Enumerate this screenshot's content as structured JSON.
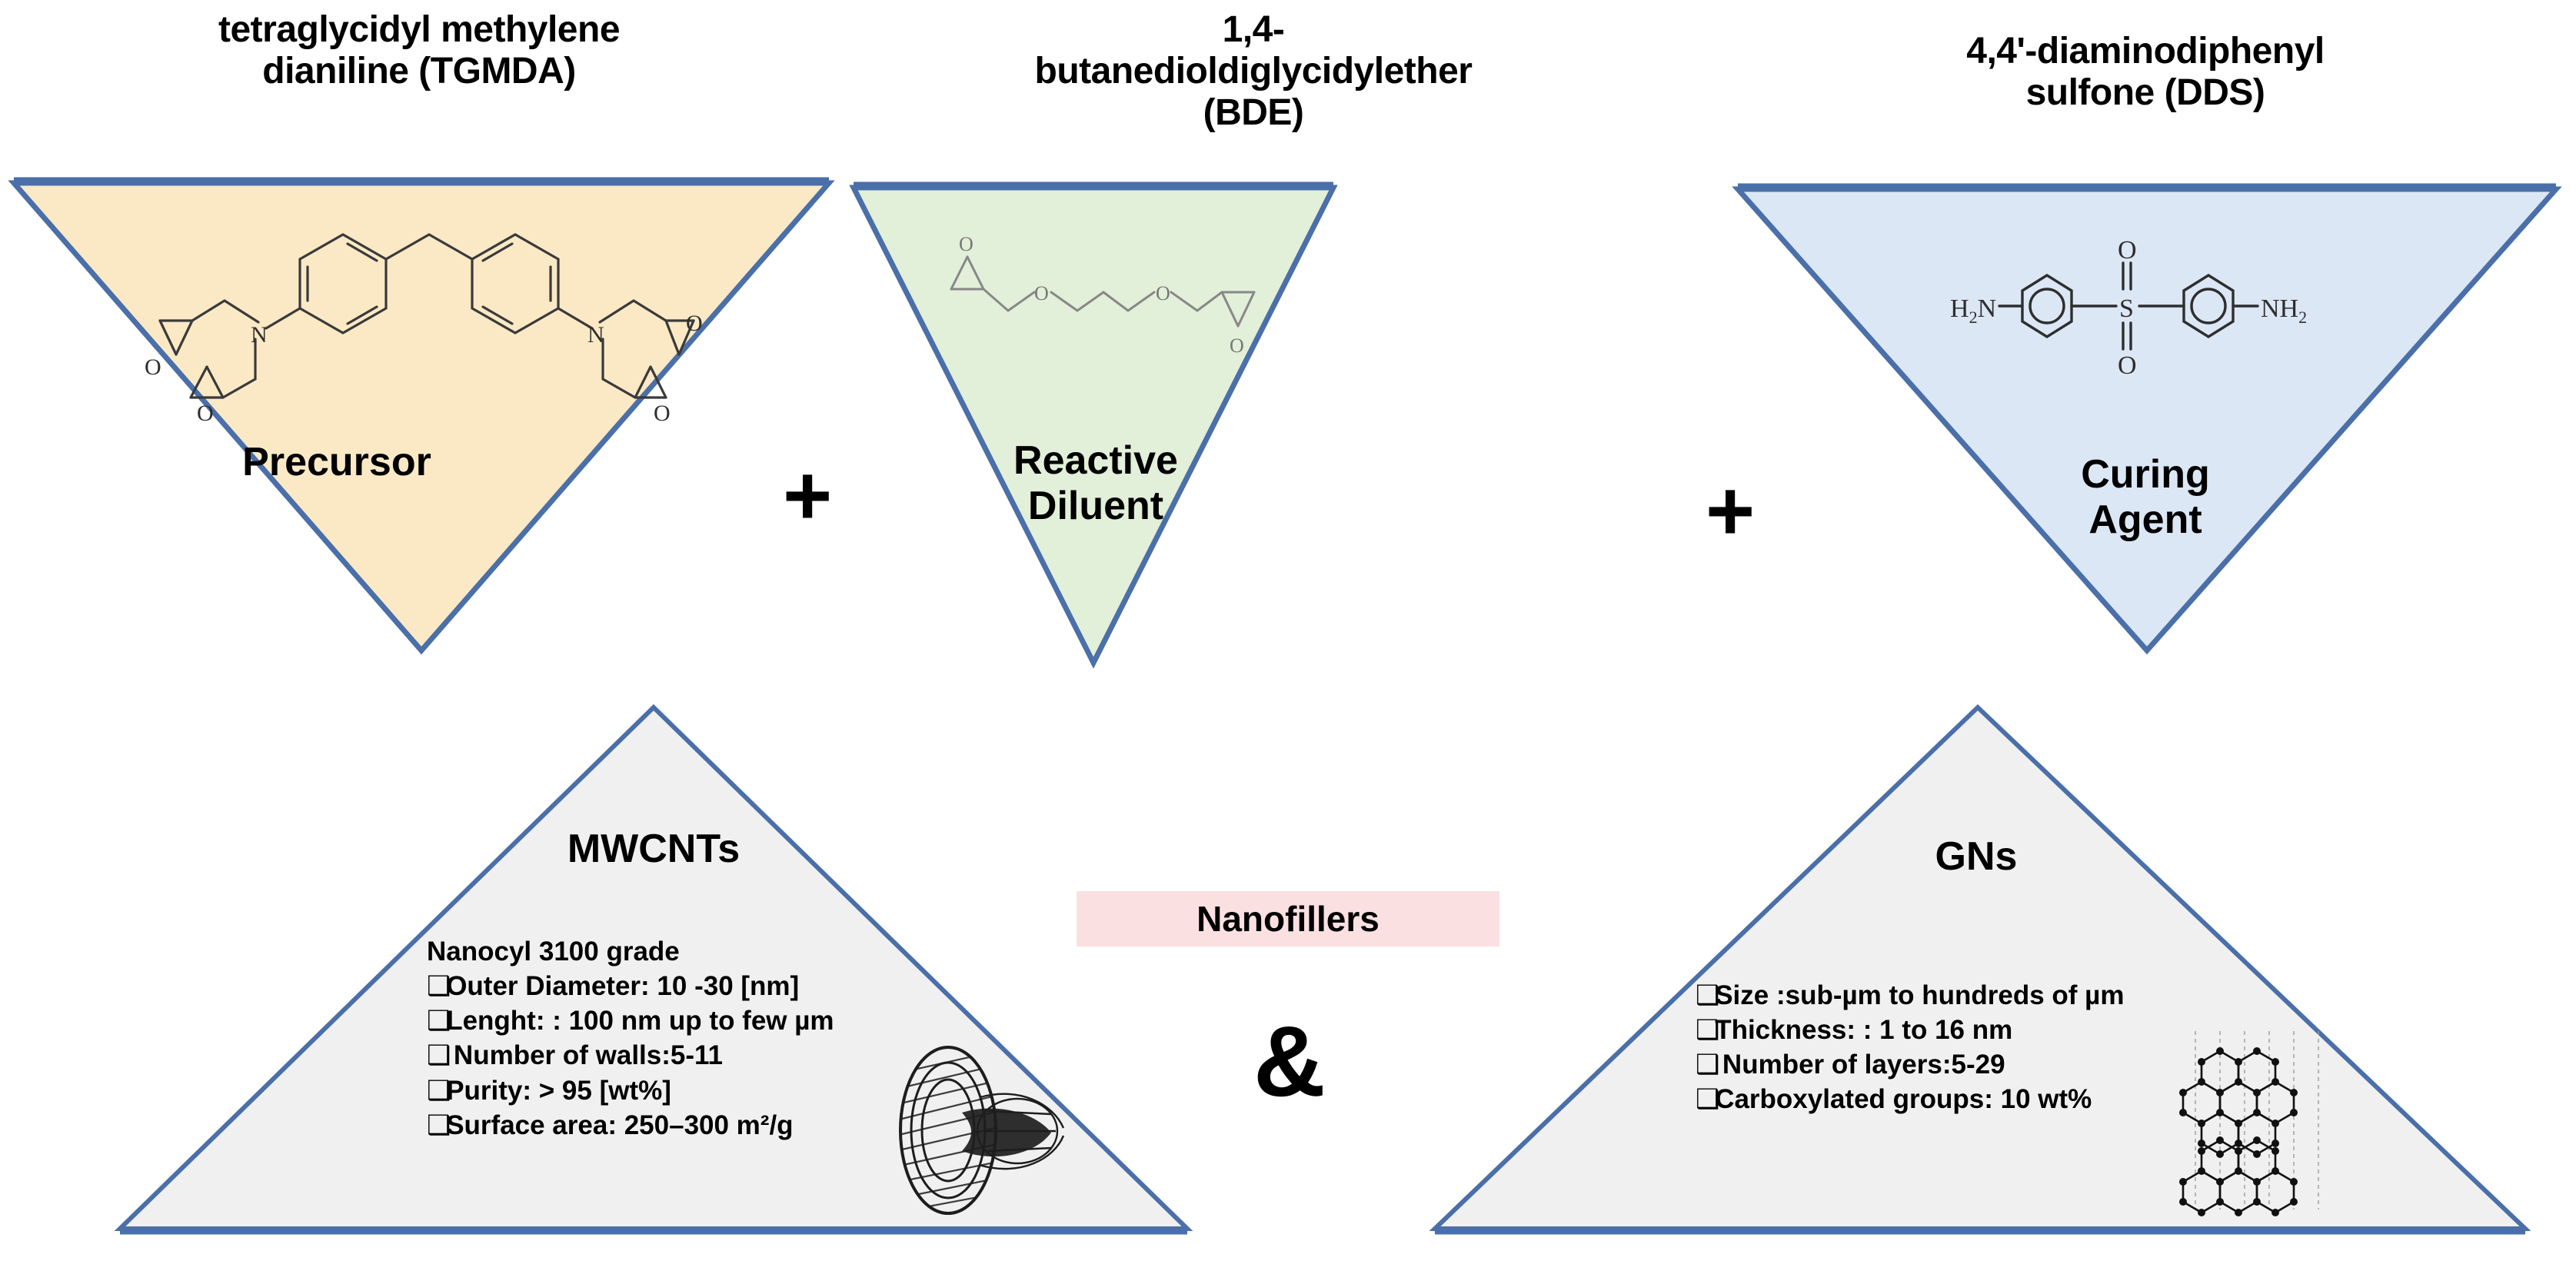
{
  "diagram": {
    "title_row": [
      {
        "id": "tgmda",
        "heading": "tetraglycidyl methylene dianiline (TGMDA)",
        "heading_lines": [
          "tetraglycidyl methylene",
          "dianiline (TGMDA)"
        ],
        "role_label": "Precursor",
        "fill_color": "#fbe9c6",
        "border_color": "#4a6fa9",
        "molecule": "tgmda-structure"
      },
      {
        "id": "bde",
        "heading": "1,4-butanedioldiglycidylether (BDE)",
        "heading_lines": [
          "1,4-",
          "butanedioldiglycidylether",
          "(BDE)"
        ],
        "role_label": "Reactive Diluent",
        "role_label_lines": [
          "Reactive",
          "Diluent"
        ],
        "fill_color": "#e2efd9",
        "border_color": "#4a6fa9",
        "molecule": "bde-structure"
      },
      {
        "id": "dds",
        "heading": "4,4'-diaminodiphenyl sulfone (DDS)",
        "heading_lines": [
          "4,4'-diaminodiphenyl",
          "sulfone (DDS)"
        ],
        "role_label": "Curing Agent",
        "role_label_lines": [
          "Curing",
          "Agent"
        ],
        "fill_color": "#dce7f5",
        "border_color": "#4a6fa9",
        "molecule": "dds-structure"
      }
    ],
    "operators": {
      "plus_1": "+",
      "plus_2": "+",
      "ampersand": "&"
    },
    "nanofillers_banner": {
      "label": "Nanofillers",
      "background": "#fbe0e2"
    },
    "filler_row": [
      {
        "id": "mwcnts",
        "title": "MWCNTs",
        "subtitle": "Nanocyl 3100 grade",
        "fill_color": "#f0f0f0",
        "border_color": "#4a6fa9",
        "molecule": "mwcnt-structure",
        "specs": [
          "Outer Diameter: 10 -30 [nm]",
          "Lenght: : 100 nm up to few  µm",
          " Number of walls:5-11",
          "Purity:  > 95 [wt%]",
          "Surface area: 250–300 m²/g"
        ]
      },
      {
        "id": "gns",
        "title": "GNs",
        "subtitle": "",
        "fill_color": "#f0f0f0",
        "border_color": "#4a6fa9",
        "molecule": "graphene-structure",
        "specs": [
          "Size :sub-µm to hundreds of µm",
          "Thickness: : 1 to 16 nm",
          " Number of layers:5-29",
          "Carboxylated groups: 10 wt%"
        ]
      }
    ]
  }
}
